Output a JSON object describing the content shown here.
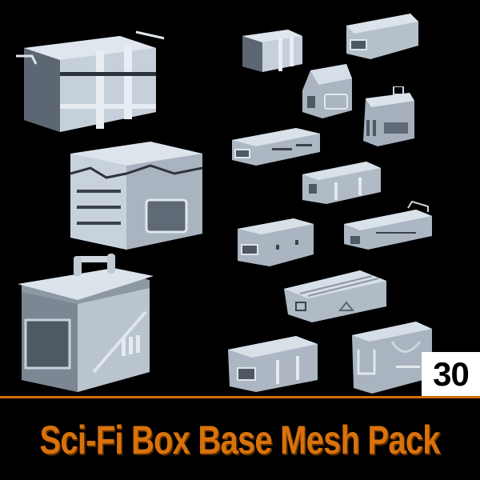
{
  "title": "Sci-Fi Box Base Mesh Pack",
  "badge": "30",
  "colors": {
    "background": "#000000",
    "accent": "#d8720b",
    "divider": "#d2700a",
    "badge_bg": "#ffffff",
    "badge_text": "#000000",
    "crate_light": "#c9d3de",
    "crate_mid": "#9fabb8",
    "crate_dark": "#5d6773"
  },
  "crates": [
    {
      "name": "large-strapped-crate"
    },
    {
      "name": "armored-cube-crate"
    },
    {
      "name": "ammo-can-crate"
    },
    {
      "name": "small-strapped-crate"
    },
    {
      "name": "flat-latched-case"
    },
    {
      "name": "sloped-lid-crate"
    },
    {
      "name": "handle-top-crate"
    },
    {
      "name": "long-vented-case"
    },
    {
      "name": "long-ribbed-case"
    },
    {
      "name": "open-lid-box"
    },
    {
      "name": "long-handled-case"
    },
    {
      "name": "ribbed-lid-chest"
    },
    {
      "name": "low-clamp-box"
    },
    {
      "name": "riveted-handle-chest"
    }
  ]
}
